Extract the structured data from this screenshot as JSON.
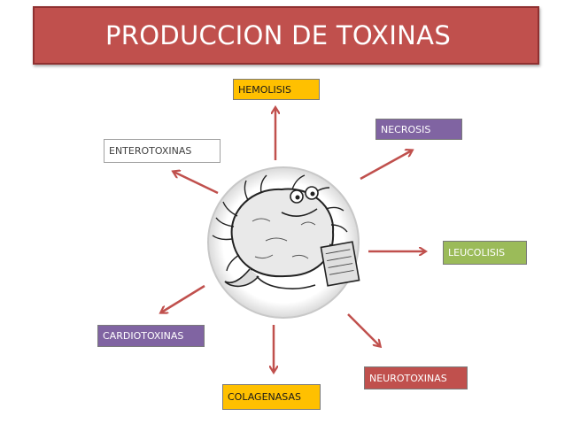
{
  "title": {
    "text": "PRODUCCION DE TOXINAS",
    "bg_color": "#c0504d"
  },
  "arrow_color": "#c0504d",
  "center_image": {
    "icon": "cartoon-bacterium-illustration"
  },
  "nodes": [
    {
      "id": "hemolisis",
      "label": "HEMOLISIS",
      "bg": "#ffc000",
      "fg": "#1a1a1a"
    },
    {
      "id": "necrosis",
      "label": "NECROSIS",
      "bg": "#8064a2",
      "fg": "#ffffff"
    },
    {
      "id": "enterotoxinas",
      "label": "ENTEROTOXINAS",
      "bg": "#ffffff",
      "fg": "#404040"
    },
    {
      "id": "leucolisis",
      "label": "LEUCOLISIS",
      "bg": "#9bbb59",
      "fg": "#ffffff"
    },
    {
      "id": "cardiotoxinas",
      "label": "CARDIOTOXINAS",
      "bg": "#8064a2",
      "fg": "#ffffff"
    },
    {
      "id": "neurotoxinas",
      "label": "NEUROTOXINAS",
      "bg": "#c0504d",
      "fg": "#ffffff"
    },
    {
      "id": "colagenasas",
      "label": "COLAGENASAS",
      "bg": "#ffc000",
      "fg": "#1a1a1a"
    }
  ]
}
